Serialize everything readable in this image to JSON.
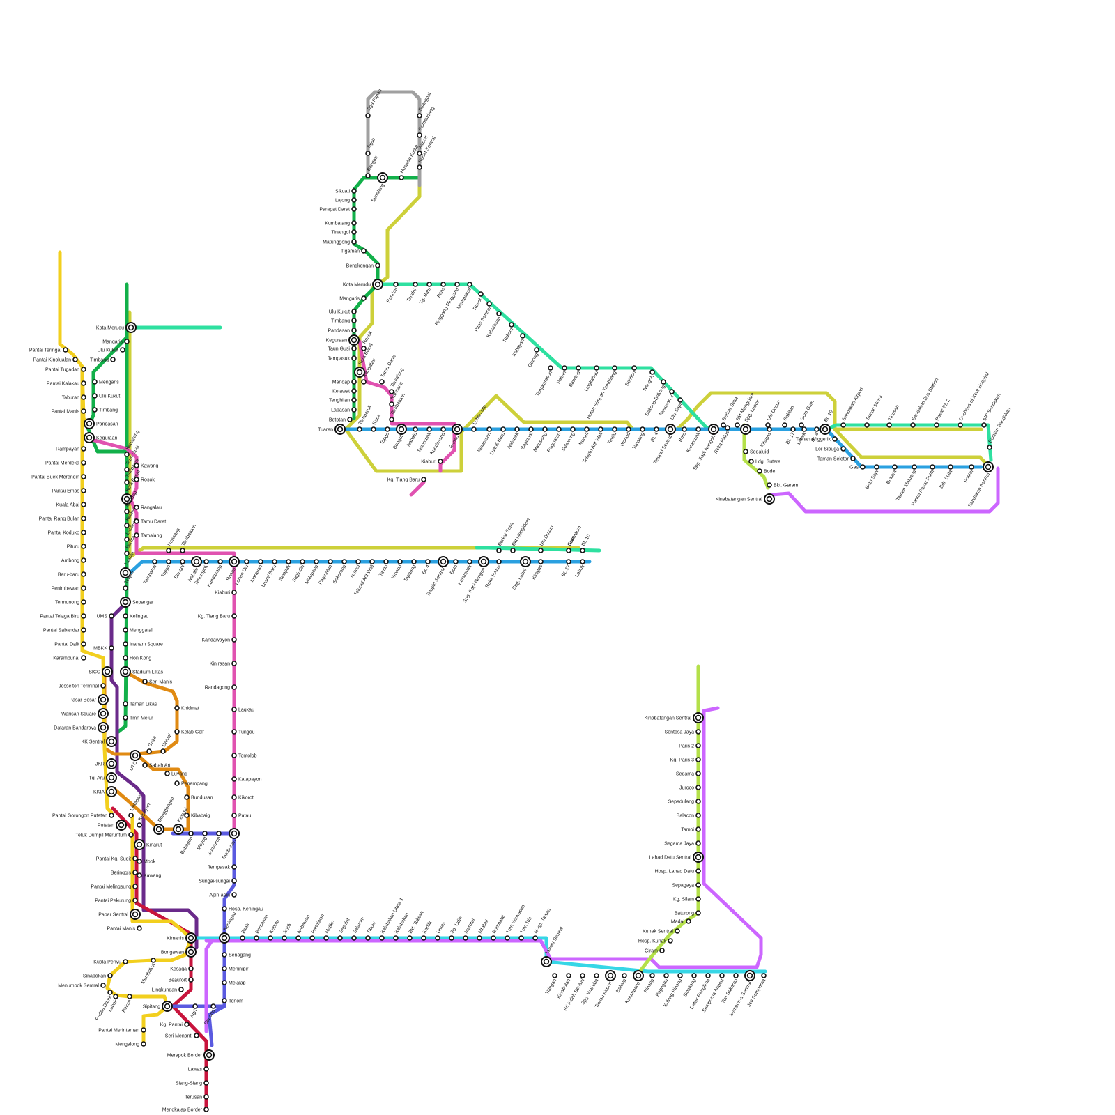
{
  "lines": [
    {
      "id": "yellow-west",
      "color": "#f2cf1e"
    },
    {
      "id": "olive",
      "color": "#cdd03a"
    },
    {
      "id": "green",
      "color": "#12b04a"
    },
    {
      "id": "teal",
      "color": "#2ee0a0"
    },
    {
      "id": "blue",
      "color": "#2aa0e0"
    },
    {
      "id": "pink",
      "color": "#e052b0"
    },
    {
      "id": "purple-dark",
      "color": "#6a2a8a"
    },
    {
      "id": "orange",
      "color": "#e08a12"
    },
    {
      "id": "crimson",
      "color": "#c8143c"
    },
    {
      "id": "indigo",
      "color": "#5a5ae0"
    },
    {
      "id": "cyan",
      "color": "#36d6e6"
    },
    {
      "id": "violet",
      "color": "#cc66ff"
    },
    {
      "id": "lime",
      "color": "#b4e04a"
    },
    {
      "id": "grey",
      "color": "#a0a0a0"
    }
  ],
  "stations": {
    "kota_belud_area": [
      "Tiga Papan",
      "Suangpai",
      "Gumandang",
      "Airport",
      "Kudat Sentral",
      "Hospital Kudat",
      "Tajau",
      "Bangau",
      "Tamalang",
      "Sikuati",
      "Lajong",
      "Parapat Darat",
      "Kumbatang",
      "Tinangol",
      "Matunggong",
      "Tigaman",
      "Bengkongan",
      "Kota Merudu",
      "Mangaris",
      "Ulu Kukut",
      "Timbang",
      "Pandasan",
      "Keguraan",
      "Taun Gusi",
      "Tampasuk",
      "Mandap",
      "Kelawat",
      "Tenghilan",
      "Lapasan",
      "Betotan",
      "Tuaran",
      "Tamparuli",
      "Kapa",
      "Topgo",
      "Bongol",
      "Rosok",
      "Kota Belud",
      "Rangalau",
      "Tamu Darat",
      "Tamalang",
      "Narinang",
      "Tambatuon",
      "Nabalu",
      "Tenompok",
      "Kundasang",
      "Ranau",
      "Kiaburi",
      "Kg. Tiang Baru"
    ],
    "north_east": [
      "Bandau",
      "Tandek",
      "Tg. Batu",
      "Pitas",
      "Pinggang-Pinggang",
      "Mempakad",
      "Rosob",
      "Pitas Sentral",
      "Kebatasan",
      "Rukom",
      "Kabayan",
      "Golong",
      "Tungkarason",
      "Paitan",
      "Bawang",
      "Lingkabau",
      "Hutan Simpan Tambilang",
      "Botition",
      "Nangoh",
      "Bakong-Bakong",
      "Tersusan 2",
      "Ulu Sapi"
    ],
    "ranau_sandakan": [
      "Lohan Ulu",
      "Kinarasan",
      "Luanti Baru",
      "Nalapak",
      "Sagindai",
      "Malupang",
      "Paginatan",
      "Sokorong",
      "Nurusi",
      "Telupid Arif Wali",
      "Tavilu",
      "Wonod",
      "Tapaang",
      "Bt. 4",
      "Telupid Sentral",
      "Boto",
      "Karamuak",
      "Spg. Sapi Nangoh",
      "Reka Halus",
      "Berkat Setia",
      "Bkt Mengidam",
      "Spg. Lubuk",
      "Kitagas",
      "Ulu Dusun",
      "Sakitan",
      "Bt. 17",
      "Labuk",
      "Gum Gum",
      "Bt. 8",
      "Bt. 10",
      "Taman Anggerik",
      "Lor Sibuga",
      "Taman Seletar",
      "Gas",
      "Sandakan Airport",
      "Taman Murni",
      "Tinosan",
      "Sandakan Bus Station",
      "Pasar Bt. 2",
      "Duchess of Kent Hospital",
      "MP Sandakan",
      "Bulatan Sandakan",
      "Batu Sapi",
      "Bokara",
      "Taman Maluang",
      "Pantai Pasar Putih",
      "Bdr. Leila",
      "Postal",
      "Sandakan Sentral",
      "Segaluid",
      "Ldg. Sutera",
      "Bode",
      "Bkt. Garam",
      "Kinabatangan Sentral"
    ],
    "ranau_corridor": [
      "Lohan Ulu",
      "Inarauan",
      "Luanti Baru",
      "Nalapak",
      "Sagindai",
      "Malupang",
      "Paginatan",
      "Sokorong",
      "Nurusi",
      "Telupid Arif Wali",
      "Tavilu",
      "Wonod",
      "Tapaang",
      "Bt. 4",
      "Telupid Sentral",
      "Boto",
      "Karamuak",
      "Spg. Sapi Nangoh",
      "Reka HAlus",
      "Berkat Setia",
      "Bkt Mengidam",
      "Spg. Lubuk",
      "Kitagas",
      "Ulu Dusun",
      "Sakitan",
      "Bt. 17",
      "Gum Gum",
      "Labuk",
      "Bt. 10"
    ],
    "west_coast_yellow": [
      "Pantai Teringai",
      "Pantai Kinolualan",
      "Pantai Tugadan",
      "Pantai Kalakau",
      "Taburan",
      "Pantai Manis",
      "Rampayan",
      "Pantai Merdeka",
      "Pantai Buek Merengin",
      "Pantai Emas",
      "Kuala Abai",
      "Pantai Rang Bulan",
      "Pantai Koduko",
      "Pituru",
      "Ambong",
      "Baru-baru",
      "Penimbawan",
      "Termunong",
      "Pantai Telaga Biru",
      "Pantai Sabandar",
      "Pantai Dalit",
      "Karambunai"
    ],
    "kk_west": [
      "Kota Merudu",
      "Mangaris",
      "Ulu Kukut",
      "Timbang",
      "Mengaris",
      "Ulu Kukut",
      "Timbang",
      "Pandasan",
      "Keguraan",
      "Kepayang",
      "Taun Gusi",
      "Tempasuk",
      "Kota Belud",
      "Mandap",
      "Kelawat",
      "Lapasan",
      "Berotai",
      "Tuaran",
      "Telipok",
      "Kawang",
      "Rosok",
      "Rangalau",
      "Tamu Darat",
      "Tamalang",
      "Narinang",
      "Tambatuon",
      "Tamparuli",
      "Topgo",
      "Bongol",
      "Nabalu",
      "Tenompok",
      "Kundasang",
      "Ranau"
    ],
    "kk_city": [
      "UMS",
      "MBKK",
      "SICC",
      "Sepangar",
      "Kelingau",
      "Menggatal",
      "Inanam Square",
      "Hon Kong",
      "Stadium Likas",
      "Seri Manis",
      "Khidmat",
      "Kelab Golf",
      "Taman Likas",
      "Tmn Melur",
      "Jesselton Terminal",
      "Pasar Besar",
      "Warisan Square",
      "Dataran Bandaraya",
      "KK Sentral",
      "Gaya",
      "Damai",
      "UTC",
      "Sabah Art",
      "Luyang",
      "Penampang",
      "Bundusan",
      "Kibabaig",
      "Donggongon",
      "Kasigui",
      "JKR",
      "Tg. Aru",
      "KKIA",
      "Pantai Gorongon Putatan",
      "Putatan",
      "Lintagas",
      "Kepayan",
      "Teluk Dumpil Meruntum",
      "Kinarut",
      "Mook",
      "Kawang",
      "Pantai Kg. Sugit",
      "Beringgis",
      "Pantai Melingsung",
      "Pantai Pekurung",
      "Papar Sentral",
      "Pantai Manis",
      "Babagon",
      "Moyog",
      "Sunsuron",
      "Tambunan"
    ],
    "ranau_tambunan": [
      "Kiaburi",
      "Kg. Tiang Baru",
      "Kandawayon",
      "Kinirasan",
      "Randagong",
      "Lagkau",
      "Tungou",
      "Tontolob",
      "Katapayon",
      "Kikorot",
      "Patau",
      "Tempasak",
      "Sungai-sungai",
      "Apin-apin",
      "Hosp. Keningau",
      "Keningau"
    ],
    "interior": [
      "Kimanis",
      "Bongawan",
      "Kesaga",
      "Beaufort",
      "Lingkungan",
      "Membakut",
      "Kuala Penyu",
      "Sinapokan",
      "Menumbok Sentral",
      "Padas Damit",
      "Lubok",
      "Pekan",
      "Sipitang",
      "Agri",
      "Sepong",
      "Pantai Merintaman",
      "Mengalong",
      "Kg. Pantai",
      "Seri Menanti",
      "Merapok Border",
      "Lawas",
      "Siang-Siang",
      "Terusan",
      "Mengkalap Border",
      "Senagang",
      "Meninipir",
      "Melalap",
      "Tenom"
    ],
    "keningau_tawau": [
      "Bilah",
      "Bersanan",
      "Kebulu",
      "Sook",
      "Nabawan",
      "Pandiwan",
      "Matiku",
      "Sepulut",
      "Salarom",
      "Tibow",
      "Kalabakan Utara 1",
      "Kalabakan",
      "Bkt. Toksak",
      "Kapilit",
      "Umas",
      "Sg. Udin",
      "Merotai",
      "Mf.Bati",
      "Bombalai",
      "Tmn Wawasan",
      "Tmn Ria",
      "Hosp. Tawau",
      "Tawau Sentral",
      "Titingan",
      "Kinabutan",
      "Sri Indah Sentral",
      "Spg. Wakuba",
      "Tawau Airport",
      "Balung",
      "Kalumpang",
      "Pinang",
      "Pegagau",
      "Kulang Pinang",
      "Sinallang",
      "Datuk Panglima",
      "Semporna Airport",
      "Tun Sakaran",
      "Semporna Sentral",
      "Jeti Semporna"
    ],
    "east_coast": [
      "Kinabatangan Sentral",
      "Sentosa Jaya",
      "Paris 2",
      "Kg. Paris 3",
      "Segama",
      "Juroco",
      "Sepadulang",
      "Balacon",
      "Tamoi",
      "Segama Jaya",
      "Lahad Datu Sentral",
      "Hosp. Lahad Datu",
      "Sepagaya",
      "Kg. Silam",
      "Baturong",
      "Madai",
      "Kunak Sentral",
      "Hosp. Kunak",
      "Giram"
    ]
  }
}
